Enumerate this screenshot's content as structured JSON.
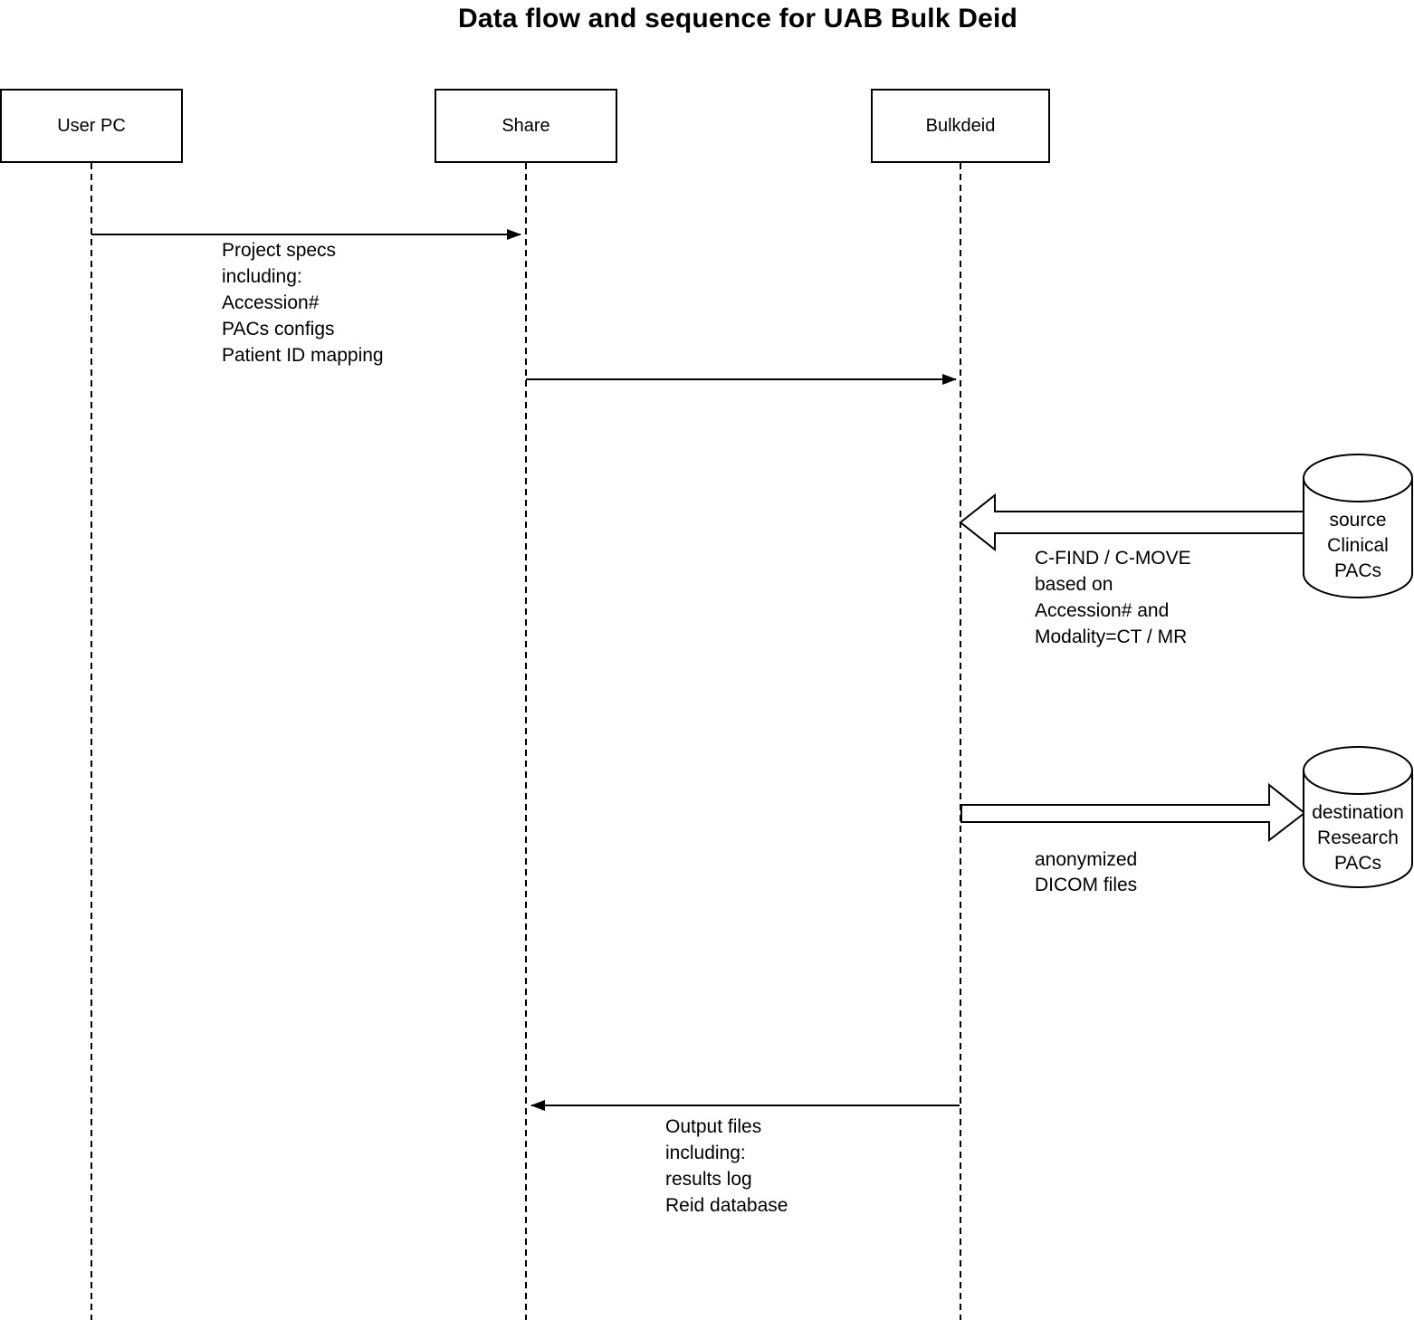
{
  "title": "Data flow and sequence for UAB Bulk Deid",
  "actors": [
    {
      "label": "User PC"
    },
    {
      "label": "Share"
    },
    {
      "label": "Bulkdeid"
    }
  ],
  "messages": [
    {
      "from": "User PC",
      "to": "Share",
      "label": "Project specs\nincluding:\nAccession#\nPACs configs\nPatient ID mapping"
    },
    {
      "from": "Share",
      "to": "Bulkdeid",
      "label": ""
    },
    {
      "from": "source Clinical PACs",
      "to": "Bulkdeid",
      "label": "C-FIND / C-MOVE\nbased on\nAccession# and\nModality=CT / MR"
    },
    {
      "from": "Bulkdeid",
      "to": "destination Research PACs",
      "label": "anonymized\nDICOM files"
    },
    {
      "from": "Bulkdeid",
      "to": "Share",
      "label": "Output files\nincluding:\nresults log\nReid database"
    }
  ],
  "databases": [
    {
      "label": "source\nClinical\nPACs"
    },
    {
      "label": "destination\nResearch\nPACs"
    }
  ],
  "colors": {
    "stroke": "#000000",
    "fill": "#ffffff"
  }
}
